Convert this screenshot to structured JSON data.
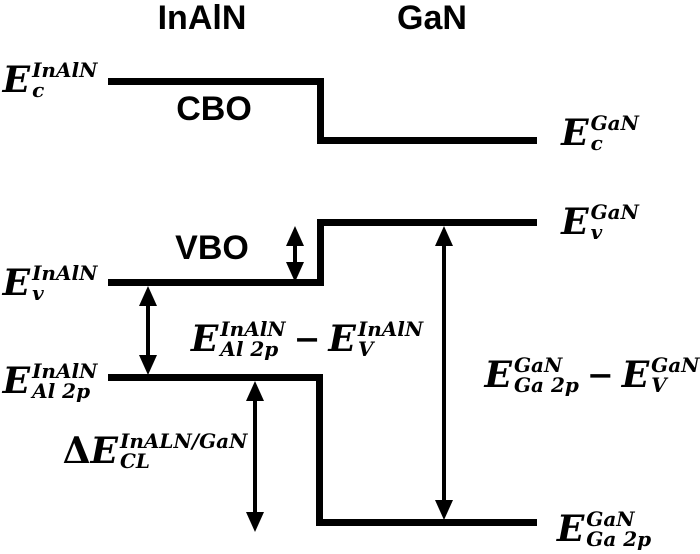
{
  "colors": {
    "line": "#000000",
    "text": "#000000",
    "background": "#ffffff"
  },
  "headers": {
    "left": "InAlN",
    "right": "GaN"
  },
  "offsets": {
    "cbo": "CBO",
    "vbo": "VBO"
  },
  "levels": {
    "ec_inaln": {
      "base": "E",
      "sup": "InAlN",
      "sub": "c"
    },
    "ec_gan": {
      "base": "E",
      "sup": "GaN",
      "sub": "c"
    },
    "ev_inaln": {
      "base": "E",
      "sup": "InAlN",
      "sub": "v"
    },
    "ev_gan": {
      "base": "E",
      "sup": "GaN",
      "sub": "v"
    },
    "cl_inaln": {
      "base": "E",
      "sup": "InAlN",
      "sub": "Al 2p"
    },
    "cl_gan": {
      "base": "E",
      "sup": "GaN",
      "sub": "Ga 2p"
    }
  },
  "expressions": {
    "inaln_cl_vbm": {
      "left": {
        "base": "E",
        "sup": "InAlN",
        "sub": "Al 2p"
      },
      "minus": "−",
      "right": {
        "base": "E",
        "sup": "InAlN",
        "sub": "V"
      }
    },
    "gan_cl_vbm": {
      "left": {
        "base": "E",
        "sup": "GaN",
        "sub": "Ga 2p"
      },
      "minus": "−",
      "right": {
        "base": "E",
        "sup": "GaN",
        "sub": "V"
      }
    },
    "delta_cl": {
      "delta": "Δ",
      "base": "E",
      "sup": "InALN/GaN",
      "sub": "CL"
    }
  }
}
